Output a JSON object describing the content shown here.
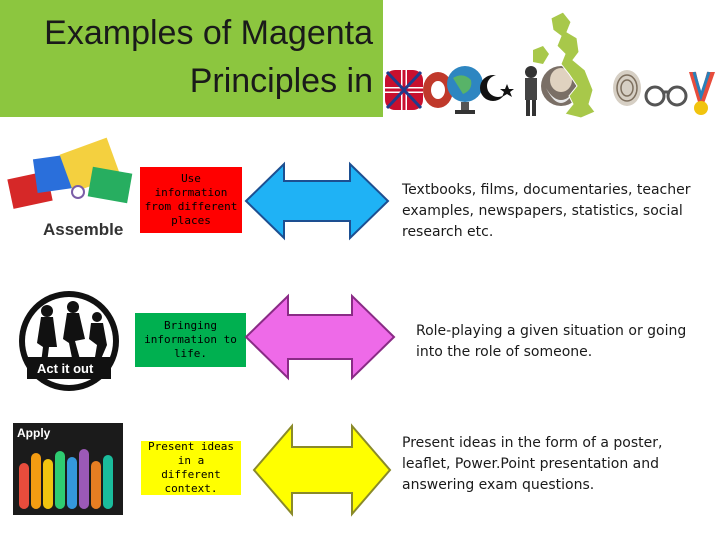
{
  "title": {
    "line1": "Examples of Magenta",
    "line2": "Principles in"
  },
  "banner": {
    "icons": [
      "union-jack-s-letter-icon",
      "globe-icon",
      "crescent-star-icon",
      "soldier-figure-icon",
      "karl-marx-portrait-icon",
      "uk-map-icon",
      "fingerprint-face-icon",
      "handcuffs-icon",
      "peace-v-letter-icon"
    ]
  },
  "rows": [
    {
      "image_caption": "Assemble",
      "label": "Use information from different places",
      "label_color": "#ff0000",
      "arrow_color": "#1fb2f5",
      "description": "Textbooks, films, documentaries, teacher examples, newspapers, statistics, social research etc."
    },
    {
      "image_caption": "Act it out",
      "label": "Bringing information to life.",
      "label_color": "#00b050",
      "arrow_color": "#ee6ae8",
      "description": "Role-playing a given situation or going into the role of someone."
    },
    {
      "image_caption": "Apply",
      "label": "Present ideas in a different context.",
      "label_color": "#ffff00",
      "arrow_color": "#ffff00",
      "description": "Present ideas in the form of a poster, leaflet, Power.Point presentation and answering exam questions."
    }
  ]
}
